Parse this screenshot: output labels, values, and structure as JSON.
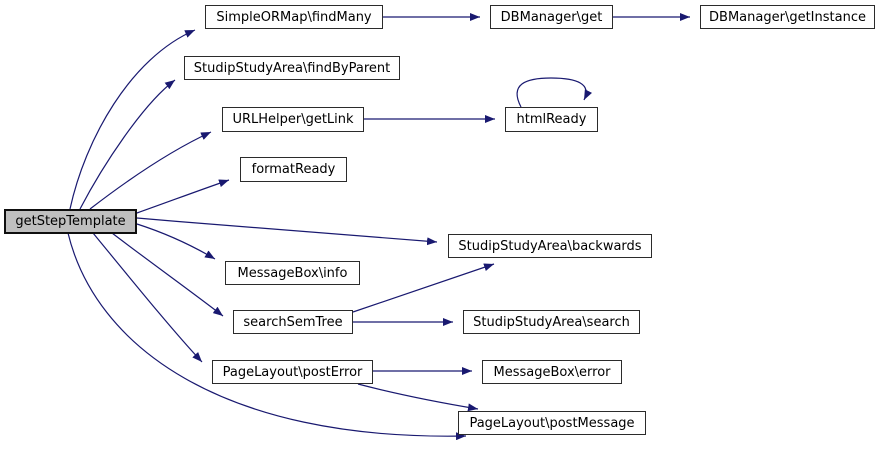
{
  "diagram": {
    "kind": "call-graph",
    "colors": {
      "edge": "#191970",
      "node_fill": "#ffffff",
      "node_border": "#2b2b2b",
      "highlight_fill": "#bfbfbf",
      "text": "#000000",
      "background": "#ffffff"
    },
    "nodes": [
      {
        "id": "getStepTemplate",
        "label": "getStepTemplate",
        "highlighted": true
      },
      {
        "id": "findMany",
        "label": "SimpleORMap\\findMany",
        "highlighted": false
      },
      {
        "id": "dbGet",
        "label": "DBManager\\get",
        "highlighted": false
      },
      {
        "id": "getInstance",
        "label": "DBManager\\getInstance",
        "highlighted": false
      },
      {
        "id": "findByParent",
        "label": "StudipStudyArea\\findByParent",
        "highlighted": false
      },
      {
        "id": "getLink",
        "label": "URLHelper\\getLink",
        "highlighted": false
      },
      {
        "id": "htmlReady",
        "label": "htmlReady",
        "highlighted": false
      },
      {
        "id": "formatReady",
        "label": "formatReady",
        "highlighted": false
      },
      {
        "id": "backwards",
        "label": "StudipStudyArea\\backwards",
        "highlighted": false
      },
      {
        "id": "info",
        "label": "MessageBox\\info",
        "highlighted": false
      },
      {
        "id": "searchSemTree",
        "label": "searchSemTree",
        "highlighted": false
      },
      {
        "id": "search",
        "label": "StudipStudyArea\\search",
        "highlighted": false
      },
      {
        "id": "postError",
        "label": "PageLayout\\postError",
        "highlighted": false
      },
      {
        "id": "error",
        "label": "MessageBox\\error",
        "highlighted": false
      },
      {
        "id": "postMessage",
        "label": "PageLayout\\postMessage",
        "highlighted": false
      }
    ],
    "edges": [
      {
        "from": "getStepTemplate",
        "to": "SimpleORMap\\findMany"
      },
      {
        "from": "getStepTemplate",
        "to": "StudipStudyArea\\findByParent"
      },
      {
        "from": "getStepTemplate",
        "to": "URLHelper\\getLink"
      },
      {
        "from": "getStepTemplate",
        "to": "formatReady"
      },
      {
        "from": "getStepTemplate",
        "to": "StudipStudyArea\\backwards"
      },
      {
        "from": "getStepTemplate",
        "to": "MessageBox\\info"
      },
      {
        "from": "getStepTemplate",
        "to": "searchSemTree"
      },
      {
        "from": "getStepTemplate",
        "to": "PageLayout\\postError"
      },
      {
        "from": "getStepTemplate",
        "to": "PageLayout\\postMessage"
      },
      {
        "from": "SimpleORMap\\findMany",
        "to": "DBManager\\get"
      },
      {
        "from": "DBManager\\get",
        "to": "DBManager\\getInstance"
      },
      {
        "from": "URLHelper\\getLink",
        "to": "htmlReady"
      },
      {
        "from": "htmlReady",
        "to": "htmlReady"
      },
      {
        "from": "searchSemTree",
        "to": "StudipStudyArea\\backwards"
      },
      {
        "from": "searchSemTree",
        "to": "StudipStudyArea\\search"
      },
      {
        "from": "PageLayout\\postError",
        "to": "MessageBox\\error"
      },
      {
        "from": "PageLayout\\postError",
        "to": "PageLayout\\postMessage"
      }
    ]
  }
}
